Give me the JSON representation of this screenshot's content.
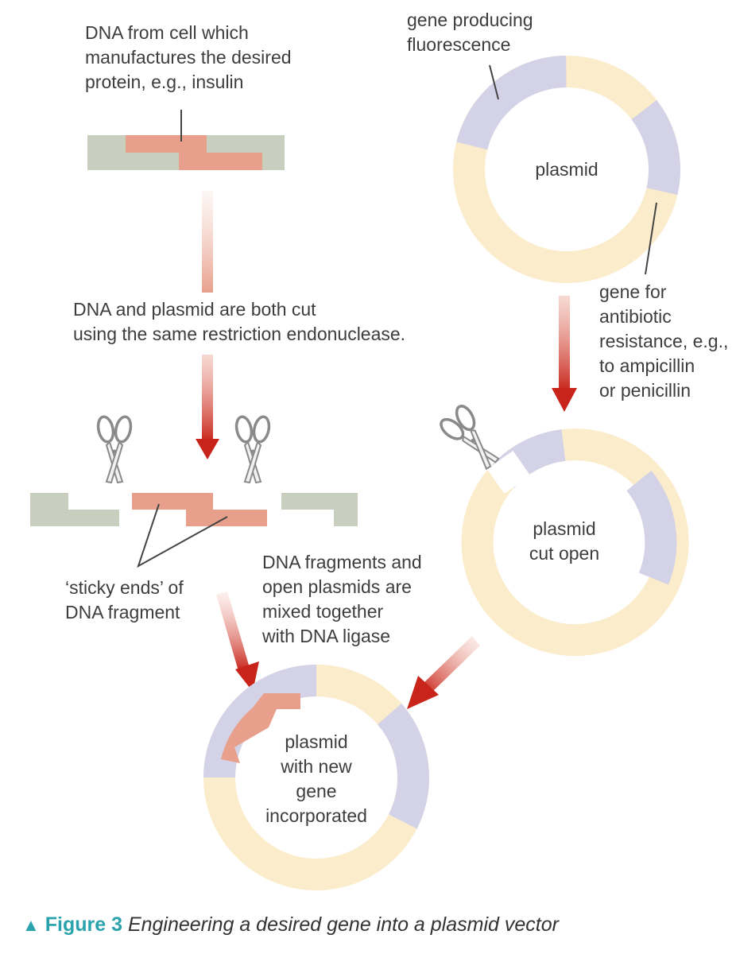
{
  "labels": {
    "dna_source": "DNA from cell which\nmanufactures the desired\nprotein, e.g., insulin",
    "fluorescence_gene": "gene producing\nfluorescence",
    "plasmid": "plasmid",
    "antibiotic_gene": "gene for\nantibiotic\nresistance, e.g.,\nto ampicillin\nor penicillin",
    "cut_step": "DNA and plasmid are both cut\nusing the same restriction endonuclease.",
    "plasmid_cut_open": "plasmid\ncut open",
    "sticky_ends": "‘sticky ends’ of\nDNA fragment",
    "mix_step": "DNA fragments and\nopen plasmids are\nmixed together\nwith DNA ligase",
    "recombinant_plasmid": "plasmid\nwith new\ngene\nincorporated"
  },
  "caption": {
    "figure": "Figure 3",
    "text": "Engineering a desired gene into a plasmid vector"
  },
  "colors": {
    "host_dna": "#c9cfbf",
    "insert_dna": "#e8a08c",
    "plasmid_body": "#fbeccb",
    "marker_gene": "#d4d2e6",
    "arrow": "#c8241a",
    "caption_accent": "#2aa3ad"
  },
  "icons": [
    "scissors-icon",
    "scissors-icon",
    "scissors-icon",
    "triangle-icon"
  ]
}
